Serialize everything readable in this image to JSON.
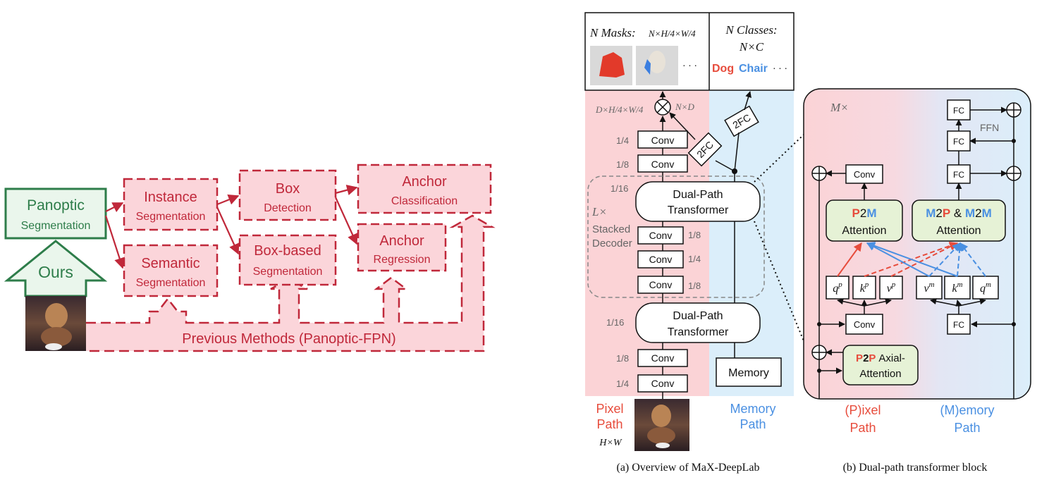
{
  "left": {
    "panoptic": [
      "Panoptic",
      "Segmentation"
    ],
    "ours": "Ours",
    "instance": [
      "Instance",
      "Segmentation"
    ],
    "semantic": [
      "Semantic",
      "Segmentation"
    ],
    "box": [
      "Box",
      "Detection"
    ],
    "boxbased": [
      "Box-based",
      "Segmentation"
    ],
    "anchorcls": [
      "Anchor",
      "Classification"
    ],
    "anchorreg": [
      "Anchor",
      "Regression"
    ],
    "previous": "Previous Methods (Panoptic-FPN)"
  },
  "overview": {
    "masks_label": "N Masks:",
    "masks_formula": "N×H/4×W/4",
    "classes_label": "N Classes:",
    "classes_formula": "N×C",
    "dog": "Dog",
    "chair": "Chair",
    "ellipsis": "· · ·",
    "dxhw": "D×H/4×W/4",
    "nxd": "N×D",
    "conv": "Conv",
    "twofc": "2FC",
    "scale_quarter": "1/4",
    "scale_eighth": "1/8",
    "scale_sixteenth": "1/16",
    "dual_path": [
      "Dual-Path",
      "Transformer"
    ],
    "stack_multiplier": "L×",
    "stacked_decoder": [
      "Stacked",
      "Decoder"
    ],
    "memory": "Memory",
    "pixel_path": [
      "Pixel",
      "Path"
    ],
    "memory_path": [
      "Memory",
      "Path"
    ],
    "hxw": "H×W",
    "caption": "(a)  Overview of MaX-DeepLab"
  },
  "block": {
    "m_times": "M×",
    "fc": "FC",
    "ffn": "FFN",
    "conv": "Conv",
    "p2m": "P2M",
    "m2p_m2m": "M2P & M2M",
    "attention": "Attention",
    "qp": "q",
    "kp": "k",
    "vp": "v",
    "vm": "v",
    "km": "k",
    "qm": "q",
    "sup_p": "p",
    "sup_m": "m",
    "p2p": "P2P",
    "axial": "Axial-",
    "axial_attention": "Attention",
    "pixel_path": [
      "(P)ixel",
      "Path"
    ],
    "memory_path": [
      "(M)emory",
      "Path"
    ],
    "caption": "(b)  Dual-path transformer block"
  },
  "colors": {
    "red": "#c0283a",
    "pink": "#fbd5da",
    "green": "#2e7d4a",
    "green_fill": "#eaf6ec",
    "pixel_bg": "#fbd3d6",
    "memory_bg": "#dbeefa",
    "pixel_text": "#e74c3c",
    "memory_text": "#4a90e2",
    "attn_fill": "#e6f2d6"
  }
}
